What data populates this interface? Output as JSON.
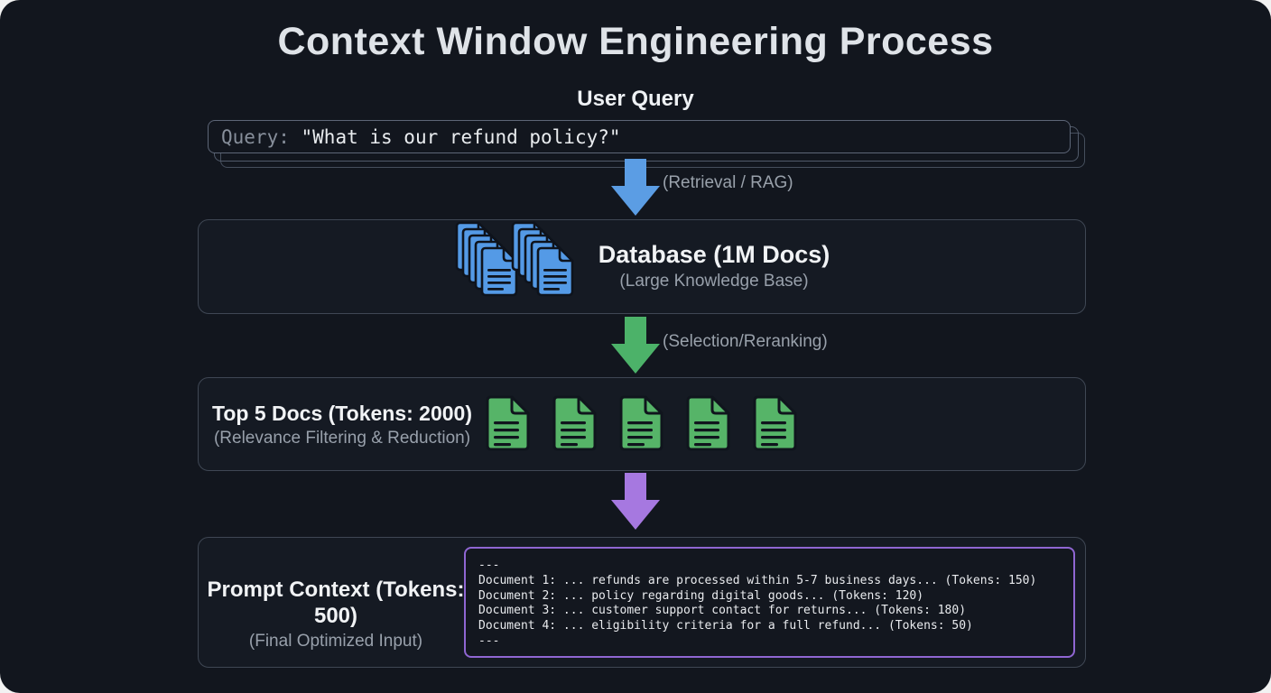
{
  "page": {
    "title": "Context Window Engineering Process",
    "background_color": "#12161e"
  },
  "user_query": {
    "label": "User Query",
    "prefix": "Query: ",
    "text": "\"What is our refund policy?\""
  },
  "arrows": [
    {
      "label": "(Retrieval / RAG)",
      "color": "#5b9de4"
    },
    {
      "label": "(Selection/Reranking)",
      "color": "#4cb269"
    },
    {
      "label": "",
      "color": "#a678e0"
    }
  ],
  "database": {
    "title": "Database (1M Docs)",
    "subtitle": "(Large Knowledge Base)",
    "icon_color": "#549ae6"
  },
  "top_docs": {
    "title": "Top 5 Docs (Tokens: 2000)",
    "subtitle": "(Relevance Filtering & Reduction)",
    "doc_count": 5,
    "icon_color": "#56b468"
  },
  "prompt_context": {
    "title": "Prompt Context (Tokens: 500)",
    "subtitle": "(Final Optimized Input)",
    "border_color": "#8f66d2",
    "code_lines": [
      "---",
      "Document 1: ... refunds are processed within 5-7 business days... (Tokens: 150)",
      "Document 2: ... policy regarding digital goods... (Tokens: 120)",
      "Document 3: ... customer support contact for returns... (Tokens: 180)",
      "Document 4: ... eligibility criteria for a full refund... (Tokens: 50)",
      "---"
    ]
  }
}
